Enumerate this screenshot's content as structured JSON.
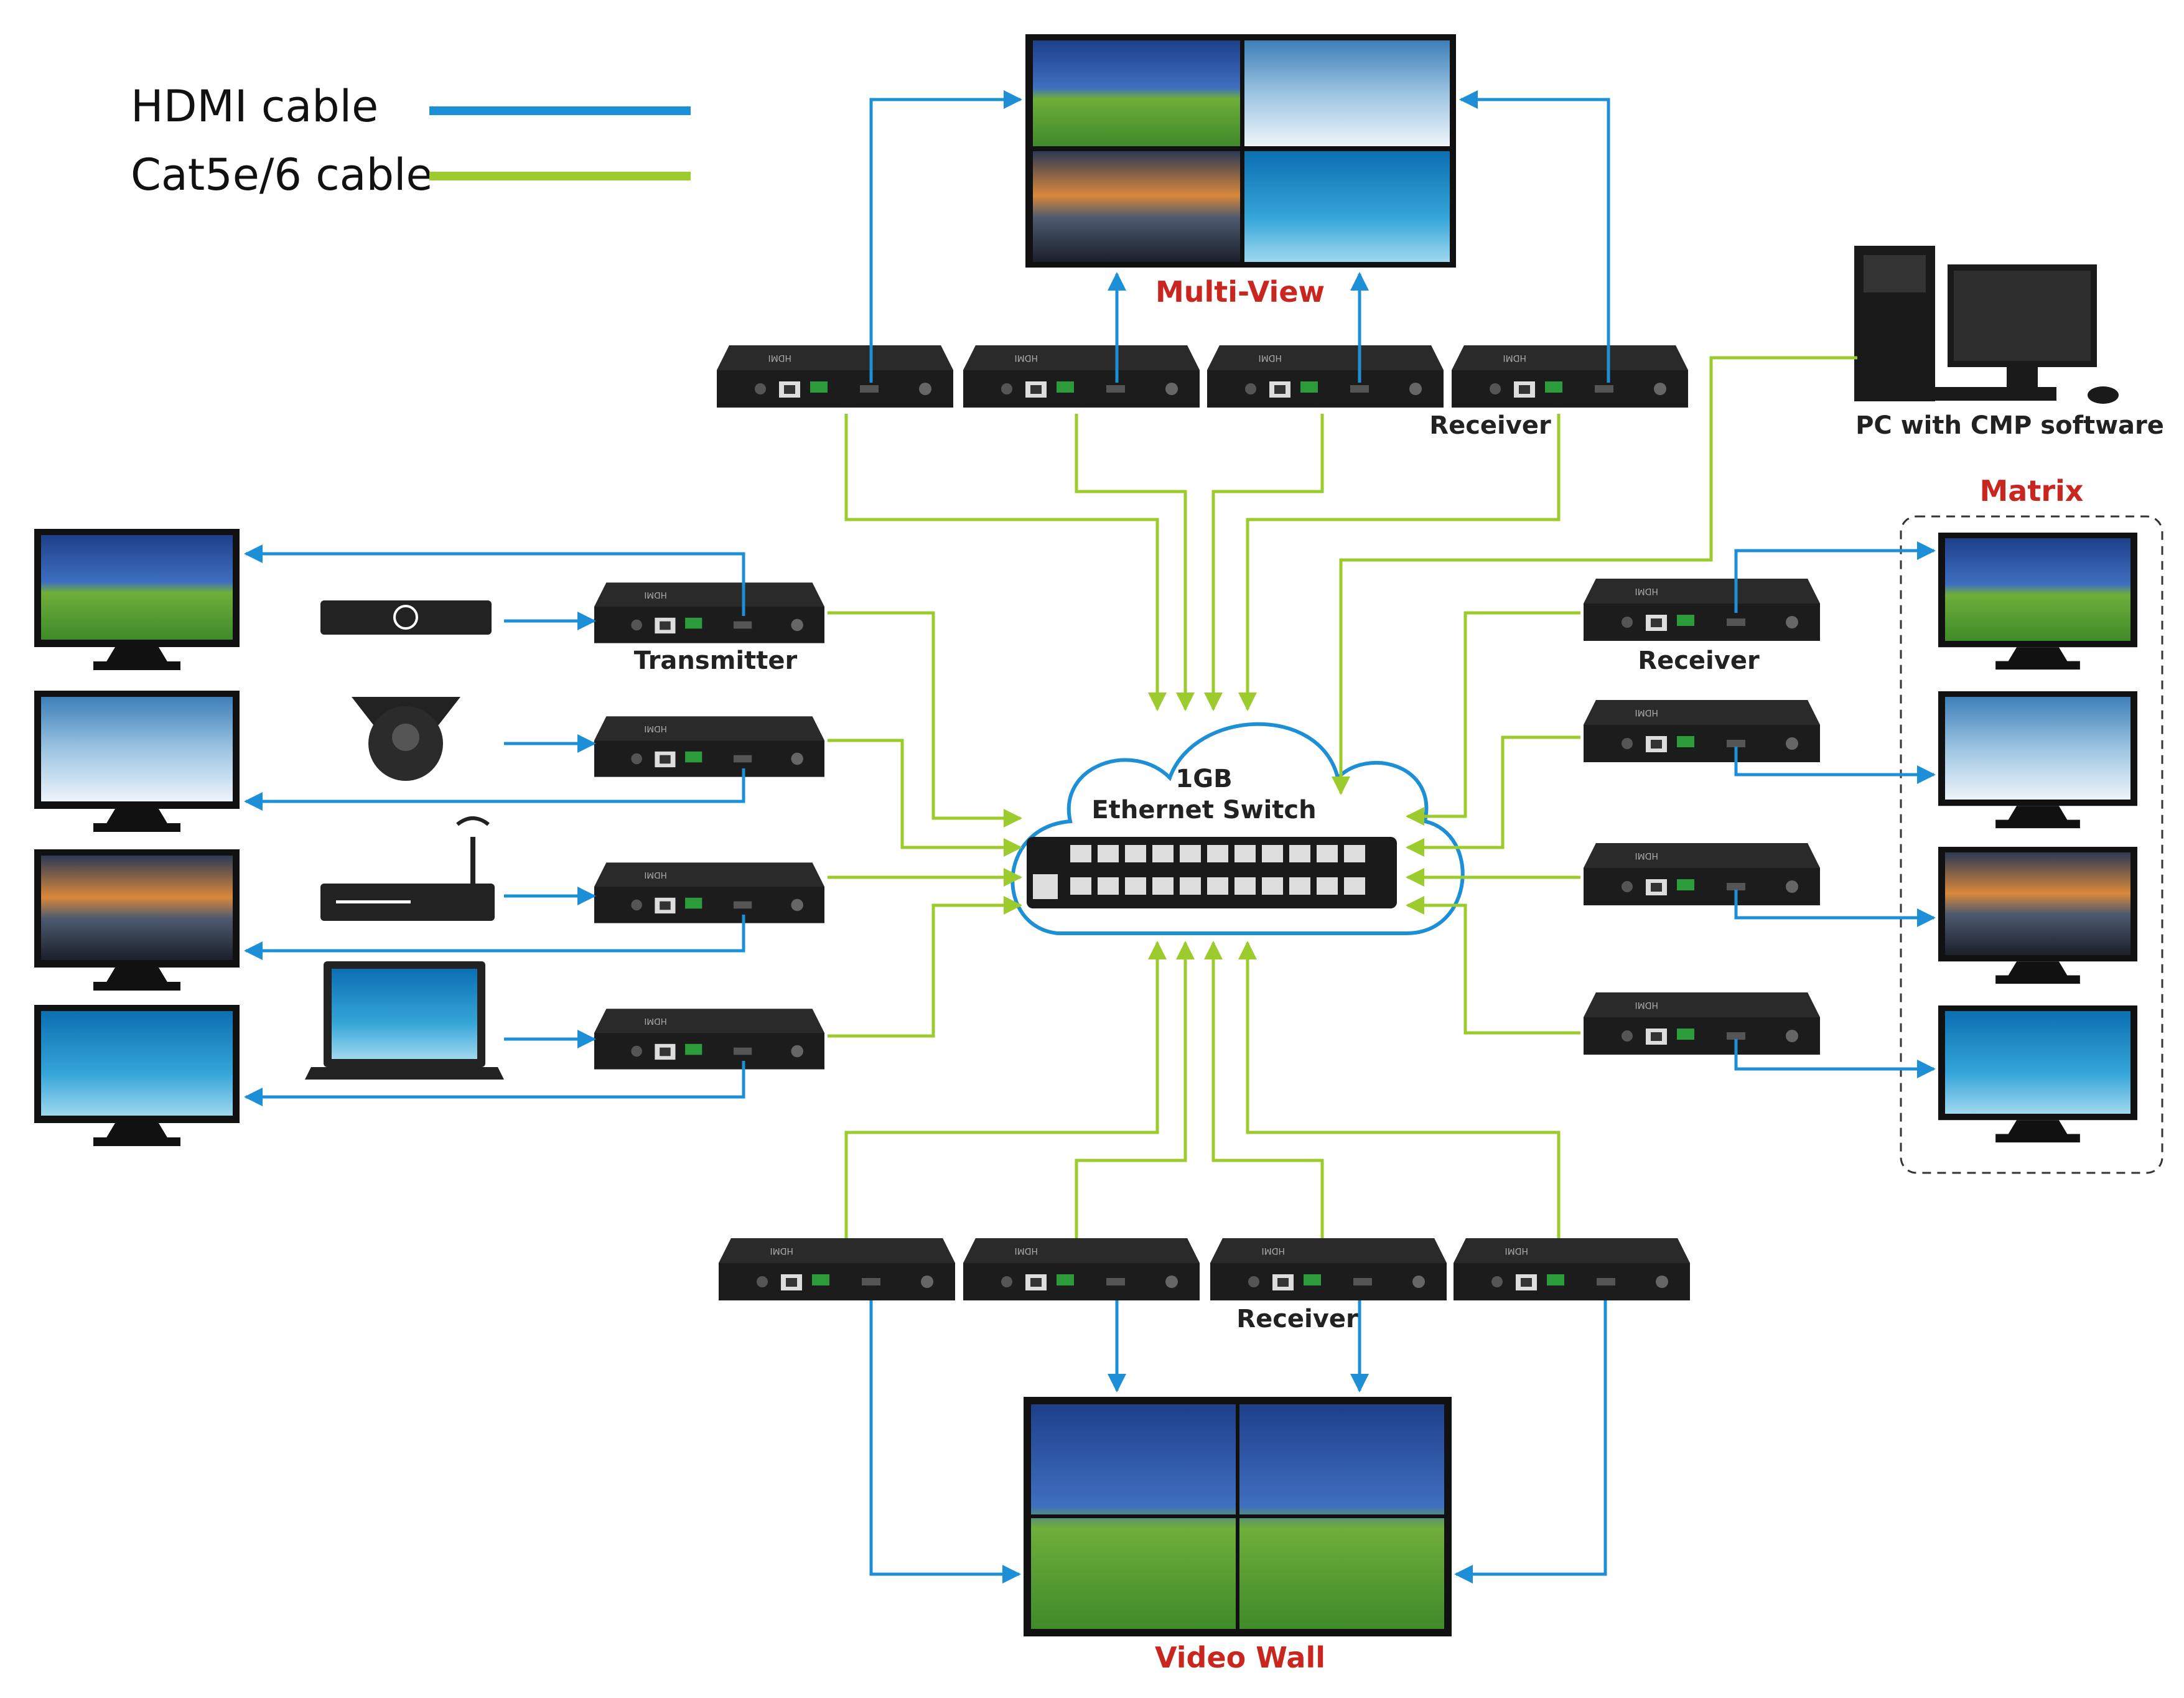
{
  "legend": {
    "hdmi_label": "HDMI cable",
    "cat_label": "Cat5e/6 cable",
    "hdmi_color": "#1c8fd6",
    "cat_color": "#9ccb2e"
  },
  "labels": {
    "multi_view": "Multi-View",
    "video_wall": "Video Wall",
    "matrix": "Matrix",
    "pc": "PC with CMP software",
    "switch_line1": "1GB",
    "switch_line2": "Ethernet Switch",
    "transmitter": "Transmitter",
    "receiver_top": "Receiver",
    "receiver_right": "Receiver",
    "receiver_bottom": "Receiver"
  },
  "colors": {
    "accent_red": "#c8261f",
    "device_body": "#1a1a1a"
  }
}
